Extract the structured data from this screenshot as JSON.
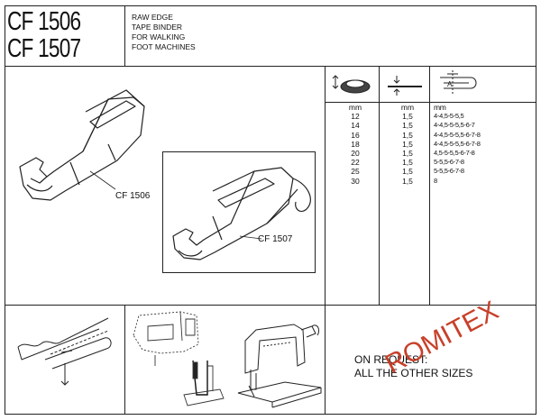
{
  "header": {
    "model_a": "CF 1506",
    "model_b": "CF 1507",
    "description": [
      "RAW EDGE",
      "TAPE BINDER",
      "FOR WALKING",
      "FOOT MACHINES"
    ]
  },
  "callouts": {
    "cf1506": "CF  1506",
    "cf1507": "CF  1507"
  },
  "table": {
    "headers": [
      "mm",
      "mm",
      "mm"
    ],
    "rows": [
      {
        "tape": "12",
        "thickness": "1,5",
        "sizes": "4-4,5-5-5,5"
      },
      {
        "tape": "14",
        "thickness": "1,5",
        "sizes": "4-4,5-5-5,5-6-7"
      },
      {
        "tape": "16",
        "thickness": "1,5",
        "sizes": "4-4,5-5-5,5-6-7-8"
      },
      {
        "tape": "18",
        "thickness": "1,5",
        "sizes": "4-4,5-5-5,5-6-7-8"
      },
      {
        "tape": "20",
        "thickness": "1,5",
        "sizes": "4,5-5-5,5-6-7-8"
      },
      {
        "tape": "22",
        "thickness": "1,5",
        "sizes": "5-5,5-6-7-8"
      },
      {
        "tape": "25",
        "thickness": "1,5",
        "sizes": "5-5,5-6-7-8"
      },
      {
        "tape": "30",
        "thickness": "1,5",
        "sizes": "8"
      }
    ]
  },
  "note": {
    "line1": "ON REQUEST:",
    "line2": "ALL THE OTHER SIZES"
  },
  "stamp": "ROMITEX",
  "icons": [
    "tape-roll-icon",
    "thickness-icon",
    "folded-edge-icon",
    "tape-fold-diagram-icon",
    "presser-foot-icon",
    "sewing-machine-icon"
  ],
  "colors": {
    "stamp": "#c8402a",
    "line": "#222222"
  }
}
